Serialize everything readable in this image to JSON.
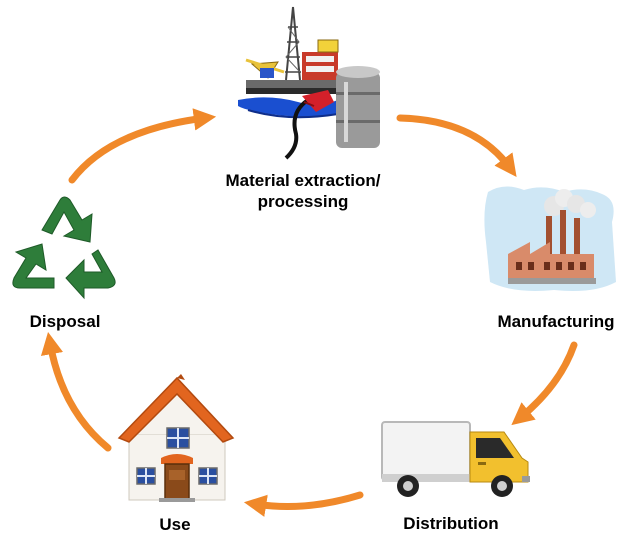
{
  "stages": {
    "extraction": {
      "line1": "Material extraction/",
      "line2": "processing"
    },
    "manufacturing": {
      "label": "Manufacturing"
    },
    "distribution": {
      "label": "Distribution"
    },
    "use": {
      "label": "Use"
    },
    "disposal": {
      "label": "Disposal"
    }
  },
  "colors": {
    "arrow": "#F0892A",
    "recycle": "#2E7D3A",
    "roof": "#E2651F",
    "sky": "#CFE7F5",
    "factory": "#D98B6A",
    "truck_cab": "#F2C02E"
  },
  "icons": [
    "oil-rig-icon",
    "factory-icon",
    "delivery-truck-icon",
    "house-icon",
    "recycle-icon"
  ]
}
